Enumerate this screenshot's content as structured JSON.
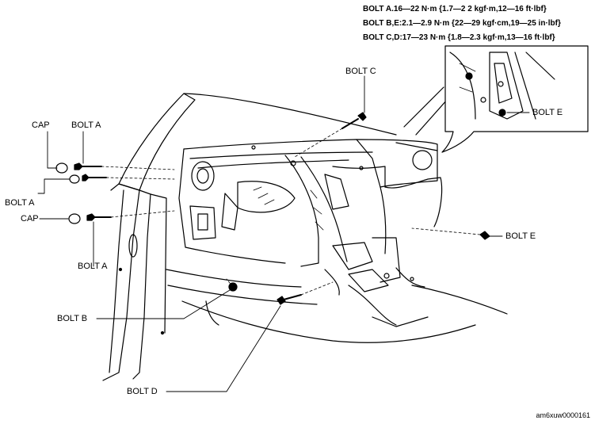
{
  "specs": [
    "BOLT A.16—22 N·m {1.7—2 2 kgf·m,12—16 ft·lbf}",
    "BOLT B,E:2.1—2.9 N·m {22—29 kgf·cm,19—25 in·lbf}",
    "BOLT C,D:17—23 N·m {1.8—2.3 kgf·m,13—16 ft·lbf}"
  ],
  "labels": {
    "cap_top": "CAP",
    "bolt_a_top": "BOLT A",
    "bolt_a_mid": "BOLT A",
    "cap_mid": "CAP",
    "bolt_a_low": "BOLT A",
    "bolt_b": "BOLT B",
    "bolt_c": "BOLT C",
    "bolt_d": "BOLT D",
    "bolt_e_right": "BOLT E",
    "bolt_e_inset": "BOLT E"
  },
  "figure_code": "am6xuw0000161"
}
